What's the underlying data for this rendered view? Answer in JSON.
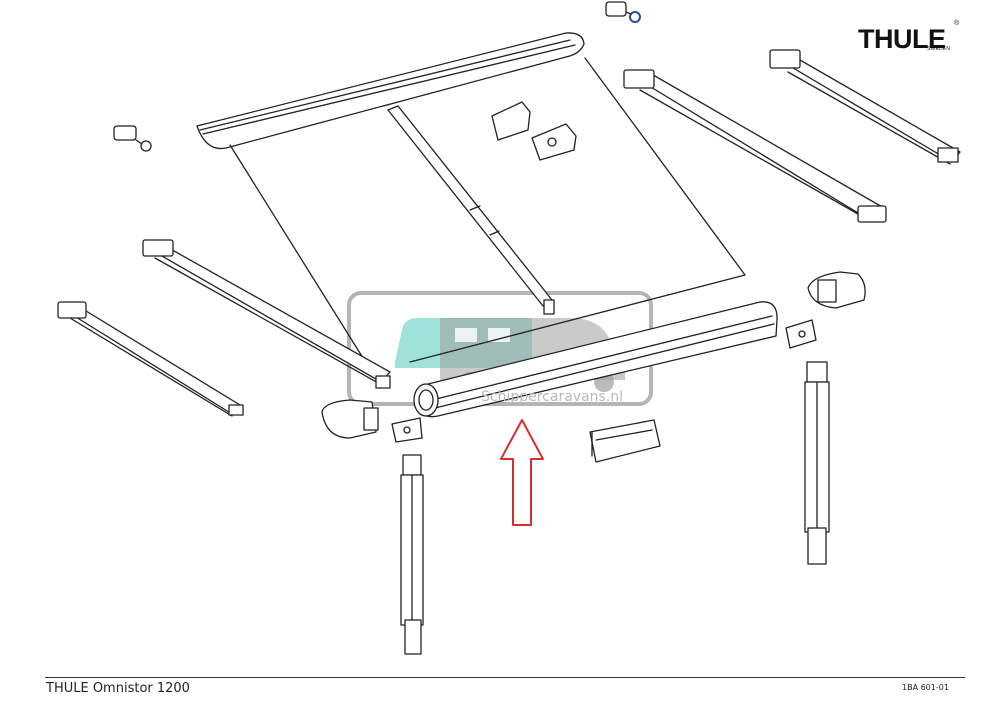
{
  "brand": {
    "name": "THULE",
    "registered": "®",
    "tagline": "SWEDEN"
  },
  "watermark": {
    "text": "Schippercaravans.nl"
  },
  "footer": {
    "title": "THULE Omnistor 1200",
    "code": "1BA 601-01"
  },
  "colors": {
    "line": "#222222",
    "arrow": "#d32f2f",
    "watermark_teal": "#8fdcd2",
    "watermark_grey": "#9e9e9e",
    "screw_blue": "#1f4fa8"
  }
}
